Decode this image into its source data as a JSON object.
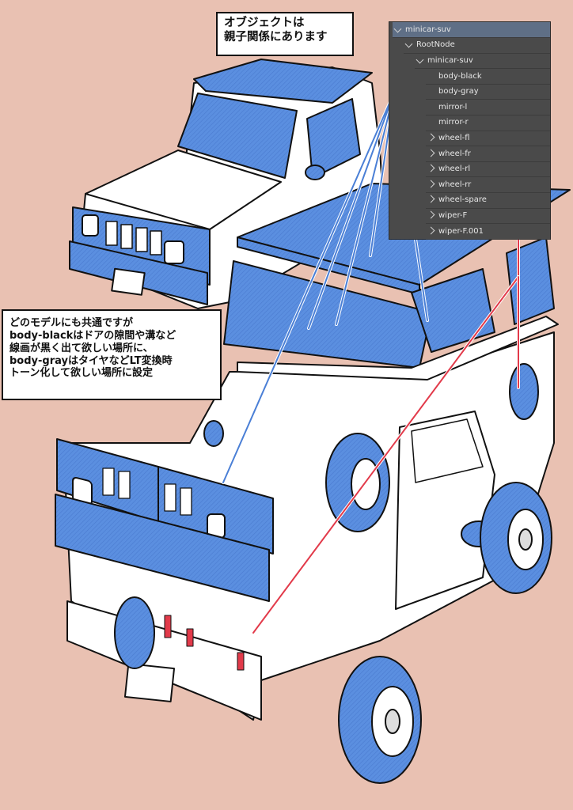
{
  "callouts": {
    "top": [
      "オブジェクトは",
      "親子関係にあります"
    ],
    "left": [
      "どのモデルにも共通ですが",
      "body-blackはドアの隙間や溝など",
      "線画が黒く出て欲しい場所に、",
      "body-grayはタイヤなどLT変換時",
      "トーン化して欲しい場所に設定"
    ]
  },
  "outliner": {
    "rows": [
      {
        "label": "minicar-suv",
        "level": 0,
        "expander": "down",
        "highlight": true
      },
      {
        "label": "RootNode",
        "level": 1,
        "expander": "down"
      },
      {
        "label": "minicar-suv",
        "level": 2,
        "expander": "down"
      },
      {
        "label": "body-black",
        "level": 3,
        "expander": ""
      },
      {
        "label": "body-gray",
        "level": 3,
        "expander": ""
      },
      {
        "label": "mirror-l",
        "level": 3,
        "expander": ""
      },
      {
        "label": "mirror-r",
        "level": 3,
        "expander": ""
      },
      {
        "label": "wheel-fl",
        "level": 3,
        "expander": "right"
      },
      {
        "label": "wheel-fr",
        "level": 3,
        "expander": "right"
      },
      {
        "label": "wheel-rl",
        "level": 3,
        "expander": "right"
      },
      {
        "label": "wheel-rr",
        "level": 3,
        "expander": "right"
      },
      {
        "label": "wheel-spare",
        "level": 3,
        "expander": "right"
      },
      {
        "label": "wiper-F",
        "level": 3,
        "expander": "right"
      },
      {
        "label": "wiper-F.001",
        "level": 3,
        "expander": "right"
      }
    ]
  },
  "colors": {
    "background": "#e9c1b2",
    "tone_blue": "#5b8fe0",
    "body_black_line": "#e23a4a",
    "body_gray_line": "#4a7fd6",
    "outliner_bg": "#4a4a4a"
  }
}
